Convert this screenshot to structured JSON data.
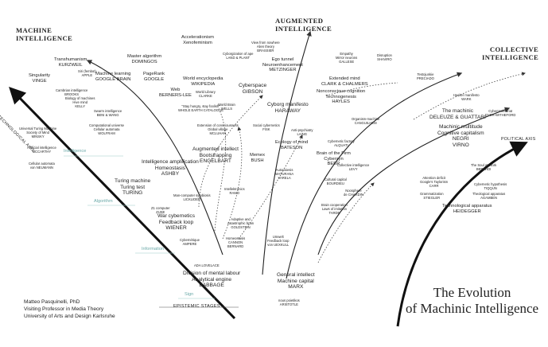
{
  "headings": {
    "machine": [
      "MACHINE",
      "INTELLIGENCE"
    ],
    "augmented": [
      "AUGMENTED",
      "INTELLIGENCE"
    ],
    "collective": [
      "COLLECTIVE",
      "INTELLIGENCE"
    ]
  },
  "axes": {
    "technological": "TECHNOLOGICAL AXIS",
    "political": "POLITICAL AXIS",
    "epistemic": "EPISTEMIC STAGES"
  },
  "stages": [
    "Intelligence",
    "Algorithm",
    "Information",
    "Sign"
  ],
  "title": [
    "The Evolution",
    "of Machinic Intelligence"
  ],
  "credit": [
    "Matteo Pasquinelli, PhD",
    "Visiting Professor in Media Theory",
    "University of Arts and Design Karlsruhe"
  ],
  "labels": [
    {
      "id": "transhumanism",
      "size": "md",
      "lines": [
        "Transhumanism",
        "KURZWEIL"
      ]
    },
    {
      "id": "singularity",
      "size": "md",
      "lines": [
        "Singularity",
        "VINGE"
      ]
    },
    {
      "id": "siri",
      "size": "sm",
      "lines": [
        "Siri (fembot)",
        "APPLE"
      ]
    },
    {
      "id": "master-algorithm",
      "size": "md",
      "lines": [
        "Master algorithm",
        "DOMINGOS"
      ]
    },
    {
      "id": "machine-learning",
      "size": "md",
      "lines": [
        "Machine learning",
        "GOOGLE BRAIN"
      ]
    },
    {
      "id": "pagerank",
      "size": "md",
      "lines": [
        "PageRank",
        "GOOGLE"
      ]
    },
    {
      "id": "accelerationism",
      "size": "md",
      "lines": [
        "Accelerationism",
        "Xenofeminism"
      ]
    },
    {
      "id": "view-from-nowhere",
      "size": "sm",
      "lines": [
        "View from nowhere",
        "Alien theory",
        "BRASSIER"
      ]
    },
    {
      "id": "cyborg-ape",
      "size": "sm",
      "lines": [
        "Cyborgization of ape",
        "LAND & PLANT"
      ]
    },
    {
      "id": "ego-tunnel",
      "size": "md",
      "lines": [
        "Ego tunnel",
        "Neuroenhancement",
        "METZINGER"
      ]
    },
    {
      "id": "empathy",
      "size": "sm",
      "lines": [
        "Empathy",
        "Mirror neurons",
        "GALLESE"
      ]
    },
    {
      "id": "disruption",
      "size": "sm",
      "lines": [
        "Disruption",
        "SHAVIRO"
      ]
    },
    {
      "id": "testojunkie",
      "size": "sm",
      "lines": [
        "Testojunkie",
        "PRECIADO"
      ]
    },
    {
      "id": "hacker-manifesto",
      "size": "sm",
      "lines": [
        "Hacker manifesto",
        "WARK"
      ]
    },
    {
      "id": "cambrian",
      "size": "sm",
      "lines": [
        "Cambrian intelligence",
        "BROOKS"
      ]
    },
    {
      "id": "biology-machines",
      "size": "sm",
      "lines": [
        "Biology of machines",
        "Hive mind",
        "KELLY"
      ]
    },
    {
      "id": "world-encyclopedia",
      "size": "md",
      "lines": [
        "World encyclopedia",
        "WIKIPEDIA"
      ]
    },
    {
      "id": "web",
      "size": "md",
      "lines": [
        "Web",
        "BERNERS-LEE"
      ]
    },
    {
      "id": "world-library",
      "size": "sm",
      "lines": [
        "World Library",
        "CLARKE"
      ]
    },
    {
      "id": "world-brain",
      "size": "sm",
      "lines": [
        "World Brain",
        "WELLS"
      ]
    },
    {
      "id": "cyberspace",
      "size": "lg",
      "lines": [
        "Cyberspace",
        "GIBSON"
      ]
    },
    {
      "id": "extended-mind",
      "size": "md",
      "lines": [
        "Extended mind",
        "CLARK & CHALMERS"
      ]
    },
    {
      "id": "nonconscious",
      "size": "md",
      "lines": [
        "Nonconscious cognition",
        "Technogenesis",
        "HAYLES"
      ]
    },
    {
      "id": "swarm",
      "size": "sm",
      "lines": [
        "Swarm intelligence",
        "BENI & WANG"
      ]
    },
    {
      "id": "stay-hungry",
      "size": "sm",
      "lines": [
        "\"Stay hungry, stay foolish\"",
        "WHOLE EARTH CATALOGUE"
      ]
    },
    {
      "id": "cyborg-manifesto",
      "size": "lg",
      "lines": [
        "Cyborg manifesto",
        "HARAWAY"
      ]
    },
    {
      "id": "machinic",
      "size": "lg",
      "lines": [
        "The machinic",
        "DELEUZE & GUATTARI"
      ]
    },
    {
      "id": "cyberproletariat",
      "size": "sm",
      "lines": [
        "Cyberproletariat",
        "DYER-WITHEFORD"
      ]
    },
    {
      "id": "computational-universe",
      "size": "sm",
      "lines": [
        "Computational universe",
        "Cellular automata",
        "WOLFRAM"
      ]
    },
    {
      "id": "extension-consciousness",
      "size": "sm",
      "lines": [
        "Extension of consciousness",
        "Global village",
        "MCLUHAN"
      ]
    },
    {
      "id": "social-cybernetics",
      "size": "sm",
      "lines": [
        "Social cybernetics",
        "FISK"
      ]
    },
    {
      "id": "anti-psychiatry",
      "size": "sm",
      "lines": [
        "Anti-psychiatry",
        "LAING"
      ]
    },
    {
      "id": "organism-machine",
      "size": "sm",
      "lines": [
        "Organism-machine",
        "CANGUILHEM"
      ]
    },
    {
      "id": "machinic-multitude",
      "size": "lg",
      "lines": [
        "Machinic multitude",
        "Cognitive capitalism",
        "NEGRI",
        "VIRNO"
      ]
    },
    {
      "id": "universal-turing",
      "size": "sm",
      "lines": [
        "Universal Turing Machine",
        "Society of Mind",
        "MINSKY"
      ]
    },
    {
      "id": "artificial-intelligence",
      "size": "sm",
      "lines": [
        "Artificial intelligence",
        "MCCARTHY"
      ]
    },
    {
      "id": "ecology-mind",
      "size": "md",
      "lines": [
        "Ecology of mind",
        "BATESON"
      ]
    },
    {
      "id": "cybernetic-factory",
      "size": "sm",
      "lines": [
        "Cybernetic factory",
        "ALQUATI"
      ]
    },
    {
      "id": "intelligence-amplification",
      "size": "lg",
      "lines": [
        "Intelligence amplification",
        "Homeostasis",
        "ASHBY"
      ]
    },
    {
      "id": "augmented-intellect",
      "size": "lg",
      "lines": [
        "Augmented intellect",
        "Bootstrapping",
        "ENGELBART"
      ]
    },
    {
      "id": "memex",
      "size": "md",
      "lines": [
        "Memex",
        "BUSH"
      ]
    },
    {
      "id": "brain-firm",
      "size": "md",
      "lines": [
        "Brain of the Firm",
        "Cybersyn",
        "BEER"
      ]
    },
    {
      "id": "collective-intelligence",
      "size": "sm",
      "lines": [
        "Collective intelligence",
        "LEVY"
      ]
    },
    {
      "id": "soul-at-work",
      "size": "sm",
      "lines": [
        "The Soul at Work",
        "BERARDI"
      ]
    },
    {
      "id": "cellular-automata",
      "size": "sm",
      "lines": [
        "Cellular automata",
        "von NEUMANN"
      ]
    },
    {
      "id": "turing-machine",
      "size": "lg",
      "lines": [
        "Turing machine",
        "Turing test",
        "TURING"
      ]
    },
    {
      "id": "autopoiesis",
      "size": "sm",
      "lines": [
        "Autopoiesis",
        "MATURANA",
        "VARELA"
      ]
    },
    {
      "id": "attention-deficit",
      "size": "sm",
      "lines": [
        "Attention deficit",
        "Google's Taylorism",
        "CARR"
      ]
    },
    {
      "id": "cybernetic-hypothesis",
      "size": "sm",
      "lines": [
        "Cybernetic hypothesis",
        "TIQQUN"
      ]
    },
    {
      "id": "cultural-capital",
      "size": "sm",
      "lines": [
        "Cultural capital",
        "BOURDIEU"
      ]
    },
    {
      "id": "intellektronics",
      "size": "sm",
      "lines": [
        "Intellektronics",
        "RAMO"
      ]
    },
    {
      "id": "man-computer",
      "size": "sm",
      "lines": [
        "Man-computer symbiosis",
        "LICKLIDER"
      ]
    },
    {
      "id": "noosphere",
      "size": "sm",
      "lines": [
        "Noosphere",
        "de CHARDIN"
      ]
    },
    {
      "id": "grammatization",
      "size": "sm",
      "lines": [
        "Grammatization",
        "STIEGLER"
      ]
    },
    {
      "id": "theological-apparatus",
      "size": "sm",
      "lines": [
        "Theological apparatus",
        "AGAMBEN"
      ]
    },
    {
      "id": "technological-apparatus",
      "size": "md",
      "lines": [
        "Technological apparatus",
        "HEIDEGGER"
      ]
    },
    {
      "id": "z1",
      "size": "sm",
      "lines": [
        "Z1 computer",
        "ZUSE"
      ]
    },
    {
      "id": "brain-cooperation",
      "size": "sm",
      "lines": [
        "Brain cooperation",
        "Laws of imitation",
        "TARDE"
      ]
    },
    {
      "id": "war-cybernetics",
      "size": "lg",
      "lines": [
        "War cybernetics",
        "Feedback loop",
        "WIENER"
      ]
    },
    {
      "id": "adaptive-brain",
      "size": "sm",
      "lines": [
        "Adaptive and",
        "catastrophic brain",
        "GOLDSTEIN"
      ]
    },
    {
      "id": "homeostasis-cannon",
      "size": "sm",
      "lines": [
        "Homeostasis",
        "CANNON",
        "BERNARD"
      ]
    },
    {
      "id": "umwelt",
      "size": "sm",
      "lines": [
        "Umwelt",
        "Feedback loop",
        "von UEXKULL"
      ]
    },
    {
      "id": "cybernetique",
      "size": "sm",
      "lines": [
        "Cybernétique",
        "AMPERE"
      ]
    },
    {
      "id": "ada-lovelace",
      "size": "sm",
      "lines": [
        "ADA LOVELACE"
      ]
    },
    {
      "id": "division-labour",
      "size": "lg",
      "lines": [
        "Division of mental labour",
        "Analytical engine",
        "BABBAGE"
      ]
    },
    {
      "id": "general-intellect",
      "size": "lg",
      "lines": [
        "General intellect",
        "Machine capital",
        "MARX"
      ]
    },
    {
      "id": "nous-poietikos",
      "size": "sm",
      "lines": [
        "nous poietikos",
        "ARISTOTLE"
      ]
    }
  ]
}
